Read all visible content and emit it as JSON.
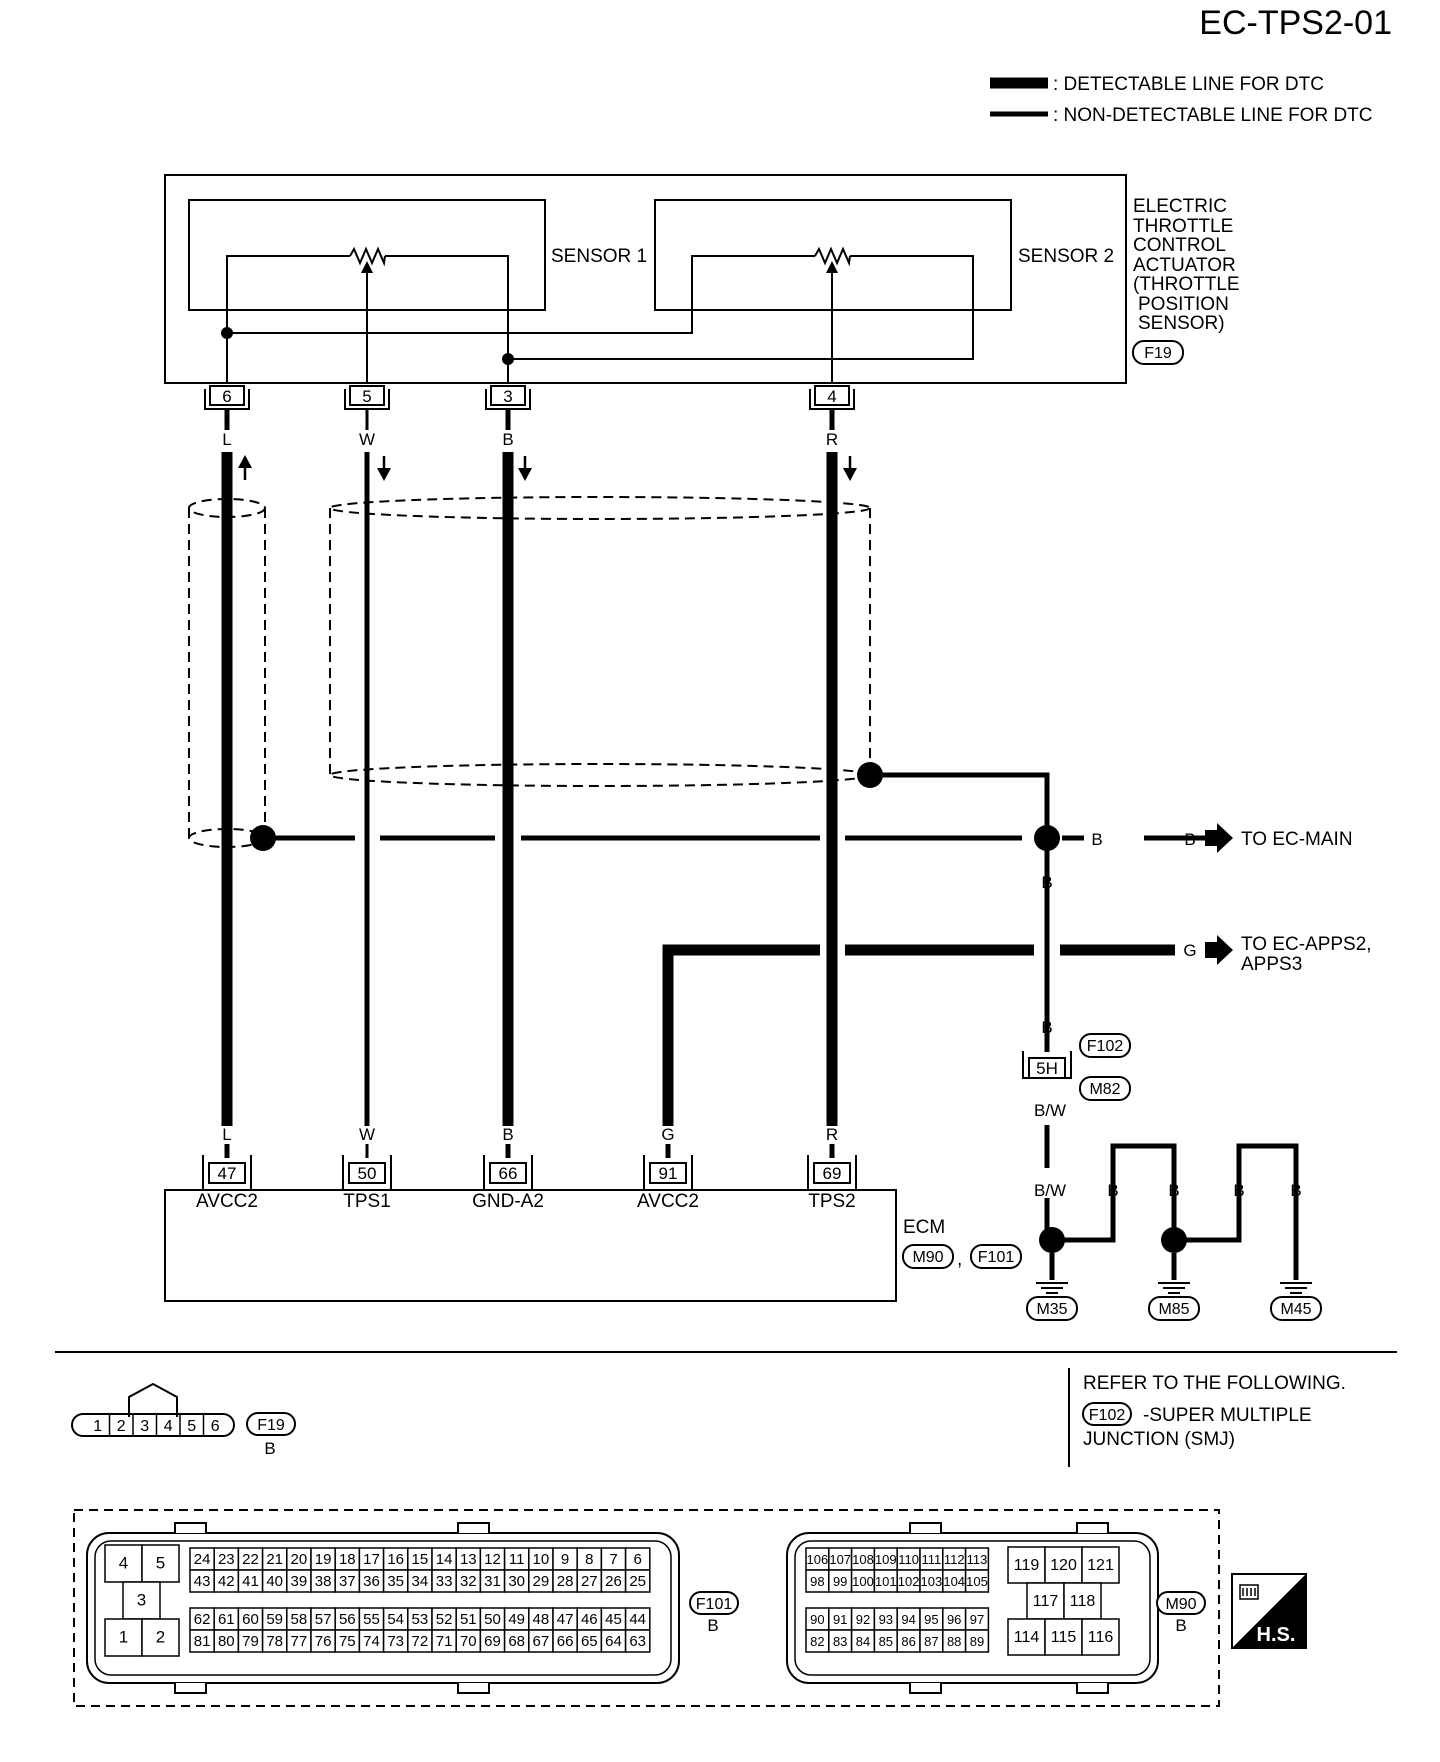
{
  "title": "EC-TPS2-01",
  "legend": {
    "detectable": ": DETECTABLE LINE FOR DTC",
    "nondetectable": ": NON-DETECTABLE LINE FOR DTC"
  },
  "actuator": {
    "sensor1": "SENSOR 1",
    "sensor2": "SENSOR 2",
    "label_lines": [
      "ELECTRIC",
      "THROTTLE",
      "CONTROL",
      "ACTUATOR",
      "(THROTTLE",
      "POSITION",
      "SENSOR)"
    ],
    "connector": "F19"
  },
  "actuator_pins": [
    {
      "pin": "6",
      "color": "L"
    },
    {
      "pin": "5",
      "color": "W"
    },
    {
      "pin": "3",
      "color": "B"
    },
    {
      "pin": "4",
      "color": "R"
    }
  ],
  "ecm": {
    "label": "ECM",
    "connectors": [
      "M90",
      "F101"
    ],
    "separator": ",",
    "pins": [
      {
        "color": "L",
        "pin": "47",
        "name": "AVCC2"
      },
      {
        "color": "W",
        "pin": "50",
        "name": "TPS1"
      },
      {
        "color": "B",
        "pin": "66",
        "name": "GND-A2"
      },
      {
        "color": "G",
        "pin": "91",
        "name": "AVCC2"
      },
      {
        "color": "R",
        "pin": "69",
        "name": "TPS2"
      }
    ]
  },
  "ground_wire": {
    "b_left": "B",
    "b_right": "B",
    "to_main": "TO EC-MAIN",
    "b_down": "B"
  },
  "apps": {
    "color": "G",
    "to_lines": [
      "TO EC-APPS2,",
      "APPS3"
    ]
  },
  "junction": {
    "color_in": "B",
    "pin": "5H",
    "conn1": "F102",
    "conn2": "M82",
    "color_out": "B/W"
  },
  "grounds": {
    "colors": [
      "B/W",
      "B",
      "B",
      "B",
      "B"
    ],
    "points": [
      "M35",
      "M85",
      "M45"
    ]
  },
  "f19_face": {
    "pins": [
      "1",
      "2",
      "3",
      "4",
      "5",
      "6"
    ],
    "label": "F19",
    "color": "B"
  },
  "refer": {
    "line1": "REFER TO THE FOLLOWING.",
    "conn": "F102",
    "text2": "-SUPER MULTIPLE",
    "line3": "JUNCTION (SMJ)"
  },
  "f101": {
    "label": "F101",
    "color": "B",
    "small_grid": [
      [
        "4",
        "5"
      ],
      [
        "3"
      ],
      [
        "1",
        "2"
      ]
    ],
    "rows": [
      [
        "24",
        "23",
        "22",
        "21",
        "20",
        "19",
        "18",
        "17",
        "16",
        "15",
        "14",
        "13",
        "12",
        "11",
        "10",
        "9",
        "8",
        "7",
        "6"
      ],
      [
        "43",
        "42",
        "41",
        "40",
        "39",
        "38",
        "37",
        "36",
        "35",
        "34",
        "33",
        "32",
        "31",
        "30",
        "29",
        "28",
        "27",
        "26",
        "25"
      ],
      [
        "62",
        "61",
        "60",
        "59",
        "58",
        "57",
        "56",
        "55",
        "54",
        "53",
        "52",
        "51",
        "50",
        "49",
        "48",
        "47",
        "46",
        "45",
        "44"
      ],
      [
        "81",
        "80",
        "79",
        "78",
        "77",
        "76",
        "75",
        "74",
        "73",
        "72",
        "71",
        "70",
        "69",
        "68",
        "67",
        "66",
        "65",
        "64",
        "63"
      ]
    ]
  },
  "m90": {
    "label": "M90",
    "color": "B",
    "rows": [
      [
        "106",
        "107",
        "108",
        "109",
        "110",
        "111",
        "112",
        "113"
      ],
      [
        "98",
        "99",
        "100",
        "101",
        "102",
        "103",
        "104",
        "105"
      ],
      [
        "90",
        "91",
        "92",
        "93",
        "94",
        "95",
        "96",
        "97"
      ],
      [
        "82",
        "83",
        "84",
        "85",
        "86",
        "87",
        "88",
        "89"
      ]
    ],
    "right_rows": [
      [
        "119",
        "120",
        "121"
      ],
      [
        "117",
        "118"
      ],
      [
        "114",
        "115",
        "116"
      ]
    ]
  },
  "hs": "H.S."
}
